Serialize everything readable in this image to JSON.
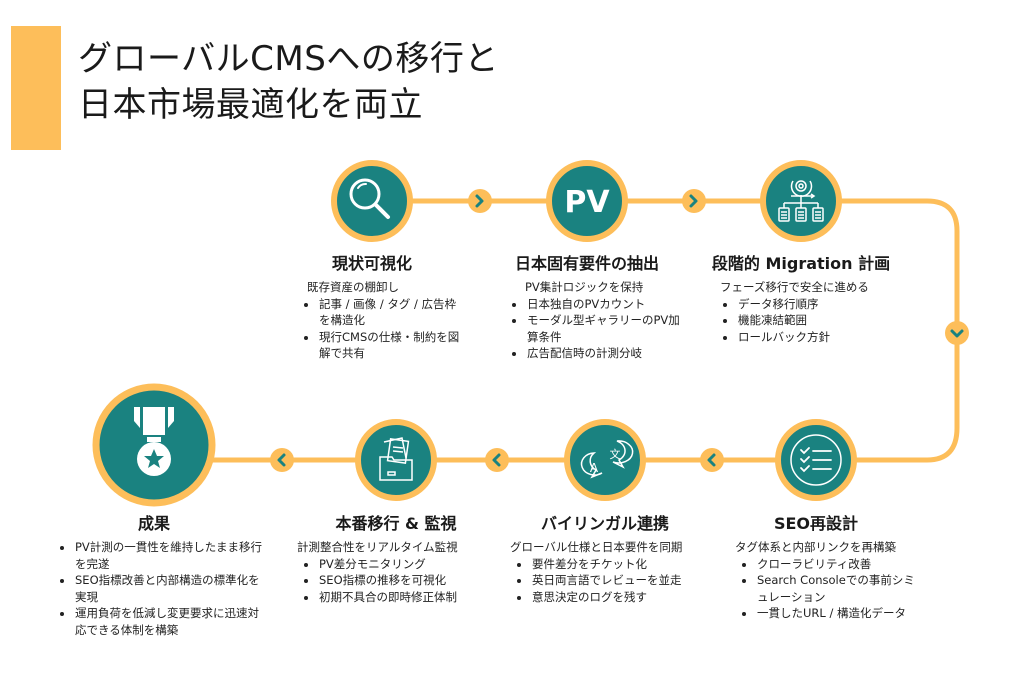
{
  "title": {
    "line1": "グローバルCMSへの移行と",
    "line2": "日本市場最適化を両立"
  },
  "colors": {
    "accent": "#FDBE5A",
    "circle_fill": "#1A8280",
    "chevron": "#1A8280",
    "text": "#222222"
  },
  "steps": [
    {
      "icon": "magnifier-icon",
      "title": "現状可視化",
      "lead": "既存資産の棚卸し",
      "bullets": [
        "記事 / 画像 / タグ / 広告枠を構造化",
        "現行CMSの仕様・制約を図解で共有"
      ]
    },
    {
      "icon": "pv-text-icon",
      "icon_text": "PV",
      "title": "日本固有要件の抽出",
      "lead": "PV集計ロジックを保持",
      "bullets": [
        "日本独自のPVカウント",
        "モーダル型ギャラリーのPV加算条件",
        "広告配信時の計測分岐"
      ]
    },
    {
      "icon": "migration-plan-icon",
      "title": "段階的 Migration 計画",
      "lead": "フェーズ移行で安全に進める",
      "bullets": [
        "データ移行順序",
        "機能凍結範囲",
        "ロールバック方針"
      ]
    },
    {
      "icon": "checklist-icon",
      "title": "SEO再設計",
      "lead": "タグ体系と内部リンクを再構築",
      "bullets": [
        "クローラビリティ改善",
        "Search Consoleでの事前シミュレーション",
        "一貫したURL / 構造化データ"
      ]
    },
    {
      "icon": "translate-bubbles-icon",
      "title": "バイリンガル連携",
      "lead": "グローバル仕様と日本要件を同期",
      "bullets": [
        "要件差分をチケット化",
        "英日両言語でレビューを並走",
        "意思決定のログを残す"
      ]
    },
    {
      "icon": "folder-documents-icon",
      "title": "本番移行 & 監視",
      "lead": "計測整合性をリアルタイム監視",
      "bullets": [
        "PV差分モニタリング",
        "SEO指標の推移を可視化",
        "初期不具合の即時修正体制"
      ]
    },
    {
      "icon": "medal-icon",
      "title": "成果",
      "lead": "",
      "bullets": [
        "PV計測の一貫性を維持したまま移行を完遂",
        "SEO指標改善と内部構造の標準化を実現",
        "運用負荷を低減し変更要求に迅速対応できる体制を構築"
      ]
    }
  ],
  "connectors": [
    {
      "direction": "right",
      "icon": "chevron-right-icon"
    },
    {
      "direction": "right",
      "icon": "chevron-right-icon"
    },
    {
      "direction": "down",
      "icon": "chevron-down-icon"
    },
    {
      "direction": "left",
      "icon": "chevron-left-icon"
    },
    {
      "direction": "left",
      "icon": "chevron-left-icon"
    },
    {
      "direction": "left",
      "icon": "chevron-left-icon"
    }
  ]
}
